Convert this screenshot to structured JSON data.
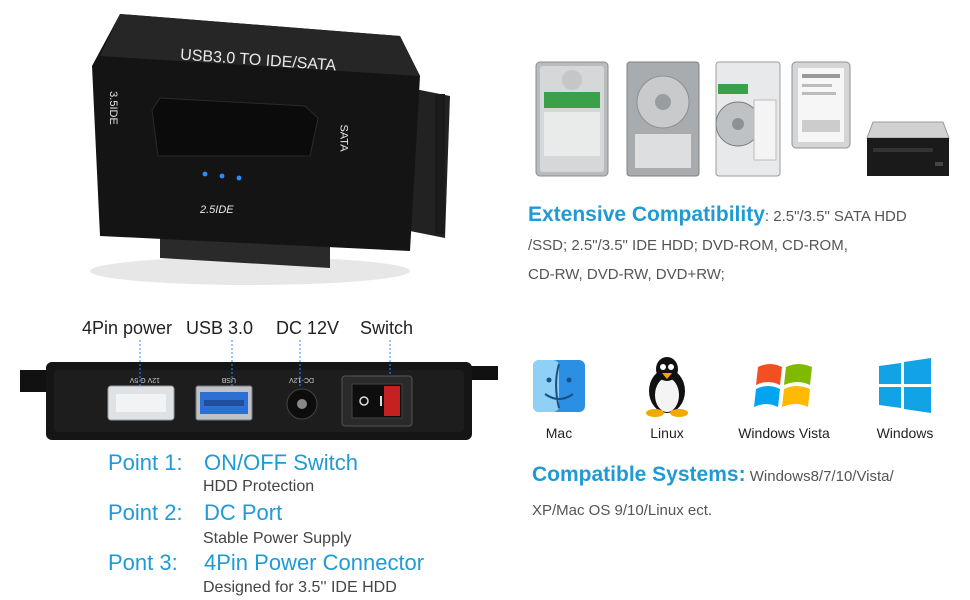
{
  "adapter": {
    "title": "USB3.0 TO IDE/SATA",
    "label_35ide": "3.5IDE",
    "label_sata": "SATA",
    "label_25ide": "2.5IDE"
  },
  "drives": {
    "items": [
      {
        "name": "sata-hdd-green-icon"
      },
      {
        "name": "ide-hdd-icon"
      },
      {
        "name": "open-hdd-icon"
      },
      {
        "name": "ssd-icon"
      },
      {
        "name": "dvd-drive-icon"
      }
    ]
  },
  "compat": {
    "title": "Extensive Compatibility",
    "line1": ": 2.5\"/3.5\" SATA HDD",
    "line2": "/SSD; 2.5\"/3.5\" IDE HDD; DVD-ROM, CD-ROM,",
    "line3": "CD-RW, DVD-RW, DVD+RW;"
  },
  "ports": {
    "label_4pin": "4Pin power",
    "label_usb": "USB 3.0",
    "label_dc": "DC 12V",
    "label_switch": "Switch",
    "print_4pin": "12V G 5V",
    "print_usb": "USB",
    "print_dc": "DC-12V"
  },
  "points": [
    {
      "label": "Point 1:",
      "title": "ON/OFF Switch",
      "sub": "HDD Protection"
    },
    {
      "label": "Point 2:",
      "title": "DC Port",
      "sub": "Stable Power Supply"
    },
    {
      "label": "Pont 3:",
      "title": "4Pin Power Connector",
      "sub": "Designed for 3.5'' IDE HDD"
    }
  ],
  "os": [
    {
      "name": "Mac",
      "icon": "mac-finder-icon"
    },
    {
      "name": "Linux",
      "icon": "linux-tux-icon"
    },
    {
      "name": "Windows Vista",
      "icon": "windows-vista-icon"
    },
    {
      "name": "Windows",
      "icon": "windows-icon"
    }
  ],
  "systems": {
    "title": "Compatible Systems:",
    "line1": " Windows8/7/10/Vista/",
    "line2": "XP/Mac OS 9/10/Linux ect."
  },
  "colors": {
    "accent": "#1f9ad6",
    "text": "#555555",
    "device": "#111111",
    "led": "#2e8bff"
  }
}
